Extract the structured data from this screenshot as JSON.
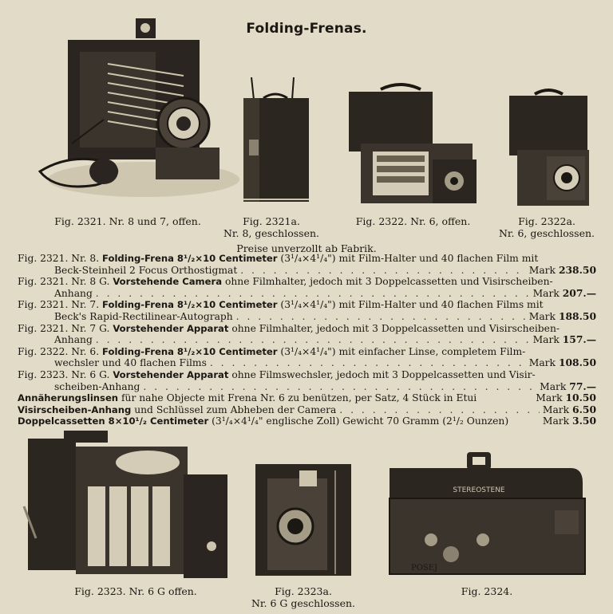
{
  "title": "Folding-Frenas.",
  "figures_top": [
    {
      "caption": "Fig. 2321. Nr. 8 und 7, offen."
    },
    {
      "caption_1": "Fig. 2321a.",
      "caption_2": "Nr. 8, geschlossen."
    },
    {
      "caption": "Fig. 2322. Nr. 6, offen."
    },
    {
      "caption_1": "Fig. 2322a.",
      "caption_2": "Nr. 6, geschlossen."
    }
  ],
  "preise": "Preise unverzollt ab Fabrik.",
  "entries": [
    {
      "fig": "Fig. 2321. Nr. 8.",
      "bold": "Folding-Frena 8¹/₂×10 Centimeter",
      "rest": " (3¹/₄×4¹/₄\") mit Film-Halter und 40 flachen Film mit"
    },
    {
      "cont": "Beck-Steinheil 2 Focus Orthostigmat",
      "price_label": "Mark",
      "price": "238.50"
    },
    {
      "fig": "Fig. 2321. Nr. 8 G.",
      "bold": "Vorstehende Camera",
      "rest": " ohne Filmhalter, jedoch mit 3 Doppelcassetten und Visirscheiben-"
    },
    {
      "cont": "Anhang",
      "price_label": "Mark",
      "price": "207.—"
    },
    {
      "fig": "Fig. 2321. Nr. 7.",
      "bold": "Folding-Frena 8¹/₂×10 Centimeter",
      "rest": " (3¹/₄×4¹/₄\") mit Film-Halter und 40 flachen Films mit"
    },
    {
      "cont": "Beck's Rapid-Rectilinear-Autograph",
      "price_label": "Mark",
      "price": "188.50"
    },
    {
      "fig": "Fig. 2321. Nr. 7 G.",
      "bold": "Vorstehender Apparat",
      "rest": " ohne Filmhalter, jedoch mit 3 Doppelcassetten und Visirscheiben-"
    },
    {
      "cont": "Anhang",
      "price_label": "Mark",
      "price": "157.—"
    },
    {
      "fig": "Fig. 2322. Nr. 6.",
      "bold": "Folding-Frena 8¹/₂×10 Centimeter",
      "rest": " (3¹/₄×4¹/₄\") mit einfacher Linse, completem Film-"
    },
    {
      "cont": "wechsler und 40 flachen Films",
      "price_label": "Mark",
      "price": "108.50"
    },
    {
      "fig": "Fig. 2323. Nr. 6 G.",
      "bold": "Vorstehender Apparat",
      "rest": " ohne Filmswechsler, jedoch mit 3 Doppelcassetten und Visir-"
    },
    {
      "cont": "scheiben-Anhang",
      "price_label": "Mark",
      "price": "77.—"
    },
    {
      "bold": "Annäherungslinsen",
      "rest": " für nahe Objecte mit Frena Nr. 6 zu benützen, per Satz, 4 Stück in Etui",
      "price_label": "Mark",
      "price": "10.50"
    },
    {
      "bold": "Visirscheiben-Anhang",
      "rest": " und Schlüssel zum Abheben der Camera",
      "price_label": "Mark",
      "price": "6.50"
    },
    {
      "bold": "Doppelcassetten 8×10¹/₂ Centimeter",
      "rest": " (3¹/₄×4¹/₄\" englische Zoll) Gewicht 70 Gramm (2¹/₂ Ounzen)",
      "price_label": "Mark",
      "price": "3.50"
    }
  ],
  "figures_bottom": [
    {
      "caption": "Fig. 2323. Nr. 6 G offen."
    },
    {
      "caption_1": "Fig. 2323a.",
      "caption_2": "Nr. 6 G geschlossen."
    },
    {
      "caption": "Fig. 2324.",
      "engraved_label": "STEREOSTENE",
      "signature": "POSEJ"
    }
  ],
  "colors": {
    "paper": "#e2dbc7",
    "ink": "#1b1712"
  }
}
